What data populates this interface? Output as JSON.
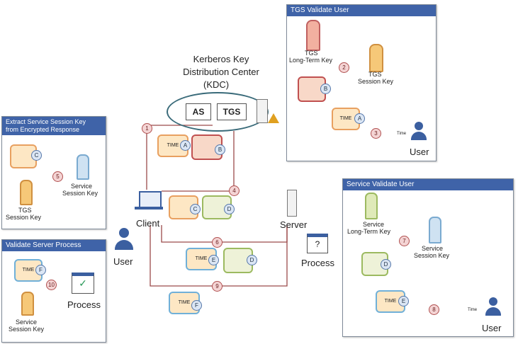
{
  "kdc": {
    "title_line1": "Kerberos Key",
    "title_line2": "Distribution Center",
    "title_line3": "(KDC)",
    "as_label": "AS",
    "tgs_label": "TGS"
  },
  "panels": {
    "tgs_validate": {
      "title": "TGS Validate User",
      "tgs_key": "TGS",
      "tgs_key2": "Long-Term Key",
      "session_key": "TGS",
      "session_key2": "Session Key",
      "user": "User",
      "time": "Time"
    },
    "extract": {
      "title_line1": "Extract Service Session Key",
      "title_line2": "from Encrypted Response",
      "service_key": "Service",
      "service_key2": "Session Key",
      "tgs_key": "TGS",
      "tgs_key2": "Session Key"
    },
    "validate_server": {
      "title": "Validate Server Process",
      "process": "Process",
      "service_key": "Service",
      "service_key2": "Session Key"
    },
    "service_validate": {
      "title": "Service Validate User",
      "lt_key": "Service",
      "lt_key2": "Long-Term Key",
      "session_key": "Service",
      "session_key2": "Session Key",
      "user": "User",
      "time": "Time"
    }
  },
  "main": {
    "client": "Client",
    "server": "Server",
    "user": "User",
    "process": "Process",
    "question": "?"
  },
  "letters": {
    "a": "A",
    "b": "B",
    "c": "C",
    "d": "D",
    "e": "E",
    "f": "F",
    "time": "TIME"
  },
  "steps": [
    "1",
    "2",
    "3",
    "4",
    "5",
    "6",
    "7",
    "8",
    "9",
    "10"
  ]
}
